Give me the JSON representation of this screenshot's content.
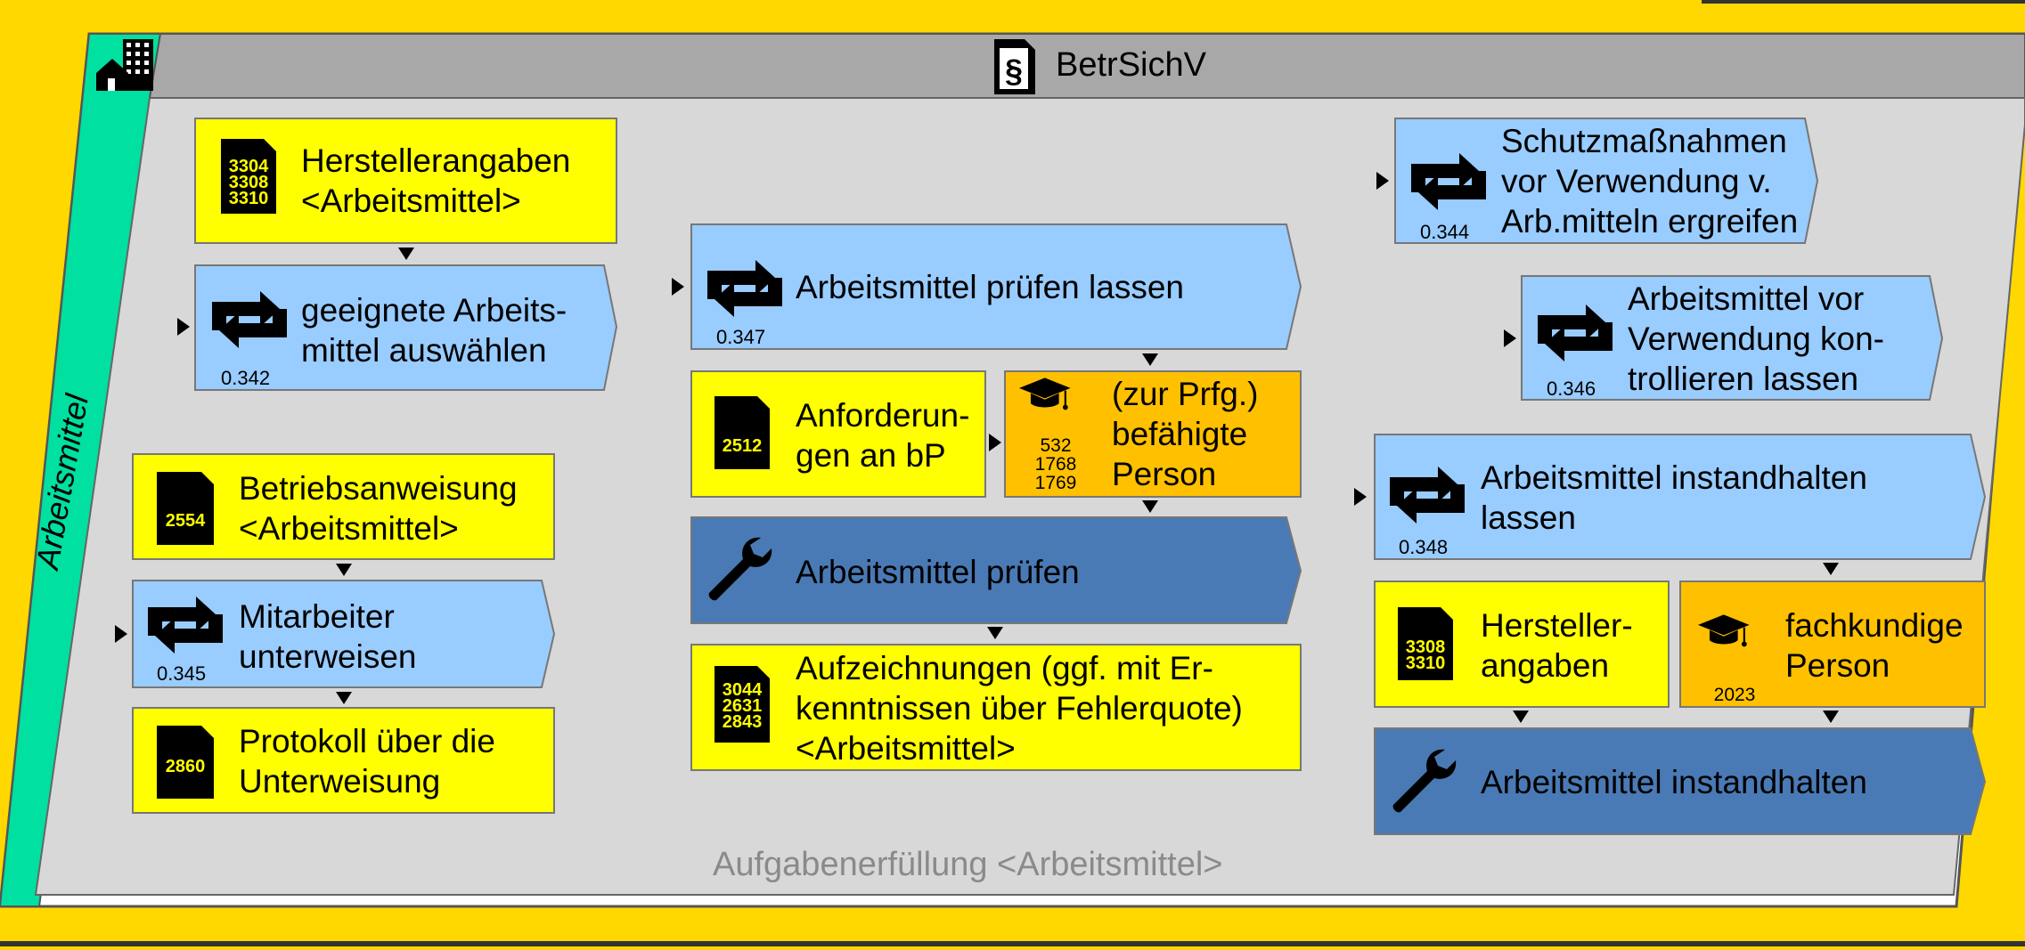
{
  "header": {
    "title": "BetrSichV",
    "section_icon": "paragraph-document-icon",
    "building_icon": "building-icon"
  },
  "sidebar": {
    "label": "Arbeitsmittel"
  },
  "footer": {
    "label": "Aufgabenerfüllung <Arbeitsmittel>"
  },
  "colors": {
    "outer_frame": "#ffd800",
    "sidebar": "#00e0a0",
    "header_bar": "#a8a8a8",
    "panel": "#d8d8d8",
    "document_box": "#ffff00",
    "process_box": "#99ccff",
    "activity_box": "#4a7ab5",
    "person_box": "#ffc000"
  },
  "boxes": {
    "herstellerangaben_a": {
      "label": "Herstellerangaben\n<Arbeitsmittel>",
      "doc_numbers": "3304\n3308\n3310"
    },
    "geeignete": {
      "label": "geeignete Arbeits-\nmittel auswählen",
      "number": "0.342"
    },
    "betriebsanweisung": {
      "label": "Betriebsanweisung\n<Arbeitsmittel>",
      "doc_numbers": "2554"
    },
    "mitarbeiter": {
      "label": "Mitarbeiter\nunterweisen",
      "number": "0.345"
    },
    "protokoll": {
      "label": "Protokoll über die\nUnterweisung",
      "doc_numbers": "2860"
    },
    "pruefen_lassen": {
      "label": "Arbeitsmittel prüfen lassen",
      "number": "0.347"
    },
    "anforderungen": {
      "label": "Anforderun-\ngen an bP",
      "doc_numbers": "2512"
    },
    "befaehigte": {
      "label": "(zur Prfg.)\nbefähigte\nPerson",
      "numbers": "532\n1768\n1769"
    },
    "pruefen": {
      "label": "Arbeitsmittel prüfen"
    },
    "aufzeichnungen": {
      "label": "Aufzeichnungen (ggf. mit Er-\nkenntnissen über Fehlerquote)\n<Arbeitsmittel>",
      "doc_numbers": "3044\n2631\n2843"
    },
    "schutzmassnahmen": {
      "label": "Schutzmaßnahmen\nvor Verwendung v.\nArb.mitteln ergreifen",
      "number": "0.344"
    },
    "kontrollieren": {
      "label": "Arbeitsmittel vor\nVerwendung kon-\ntrollieren lassen",
      "number": "0.346"
    },
    "instandhalten_lassen": {
      "label": "Arbeitsmittel instandhalten\nlassen",
      "number": "0.348"
    },
    "herstellerangaben_b": {
      "label": "Hersteller-\nangaben",
      "doc_numbers": "3308\n3310"
    },
    "fachkundige": {
      "label": "fachkundige\nPerson",
      "numbers": "2023"
    },
    "instandhalten": {
      "label": "Arbeitsmittel instandhalten"
    }
  }
}
